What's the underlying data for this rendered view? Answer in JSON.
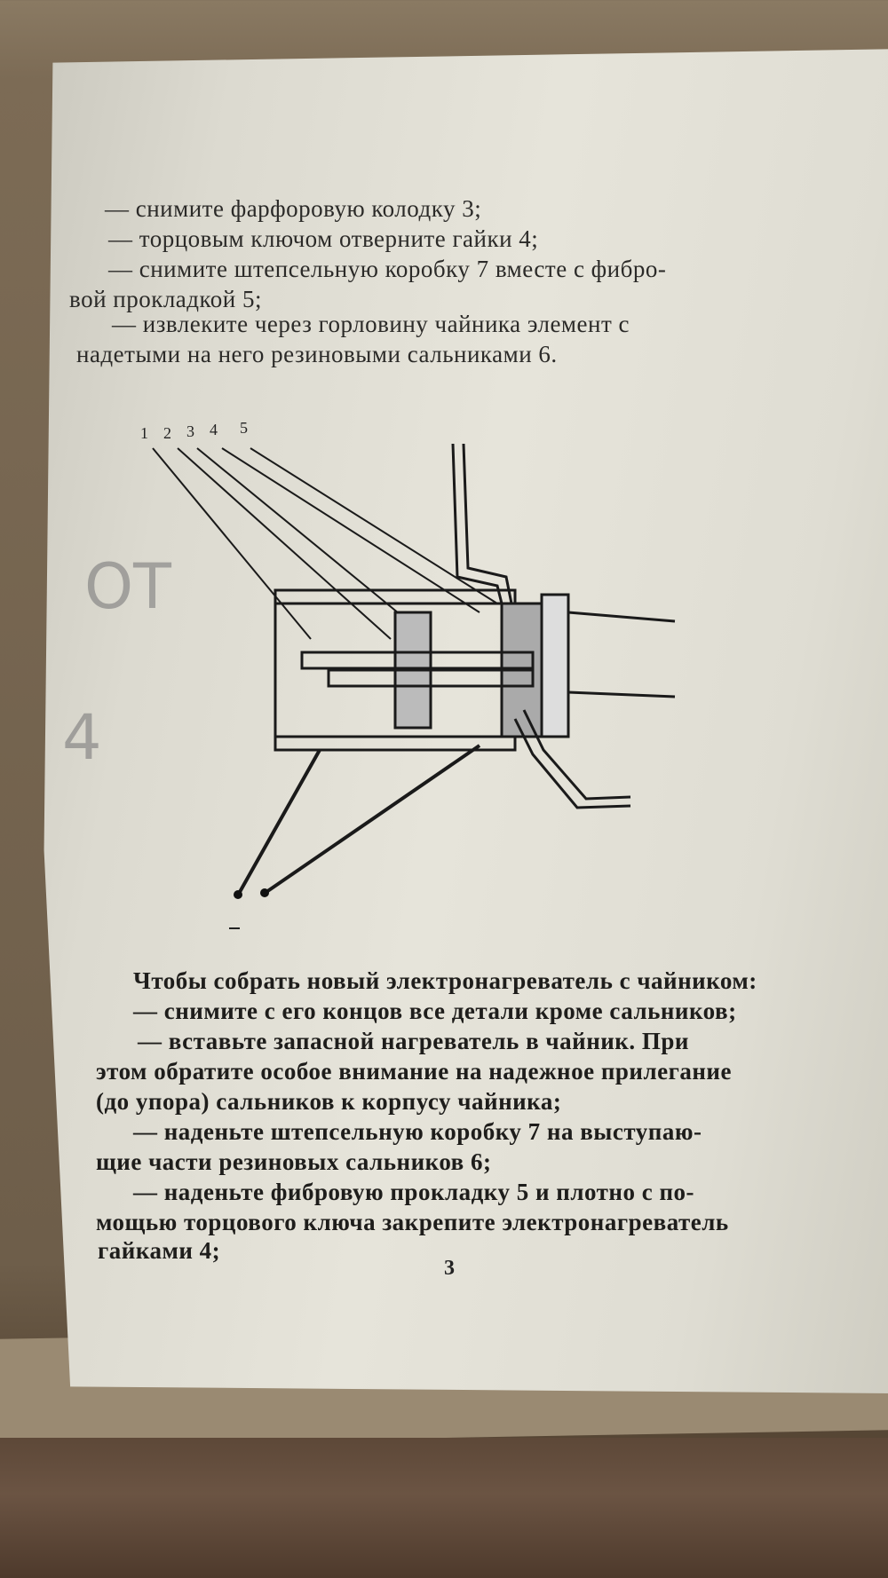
{
  "page": {
    "top_steps": [
      "— снимите фарфоровую колодку 3;",
      "— торцовым ключом отверните гайки 4;",
      "— снимите штепсельную коробку 7 вместе с фибро-",
      "вой прокладкой 5;",
      "— извлеките через горловину  чайника  элемент  с",
      "надетыми на него резиновыми сальниками 6."
    ],
    "figure_labels": [
      "1",
      "2",
      "3",
      "4",
      "5"
    ],
    "handwritten": [
      "ОТ",
      "4"
    ],
    "assembly_intro": "Чтобы собрать новый электронагреватель с чайником:",
    "assembly_steps": [
      "— снимите с его концов все детали кроме сальников;",
      "— вставьте  запасной нагреватель в чайник.  При",
      "этом обратите особое внимание на надежное прилегание",
      "(до упора) сальников к корпусу чайника;",
      "— наденьте штепсельную коробку 7 на выступаю-",
      "щие части резиновых сальников 6;",
      "— наденьте  фибровую прокладку 5 и плотно с по-",
      "мощью торцового ключа закрепите электронагреватель",
      "гайками 4;"
    ],
    "page_number": "3"
  }
}
